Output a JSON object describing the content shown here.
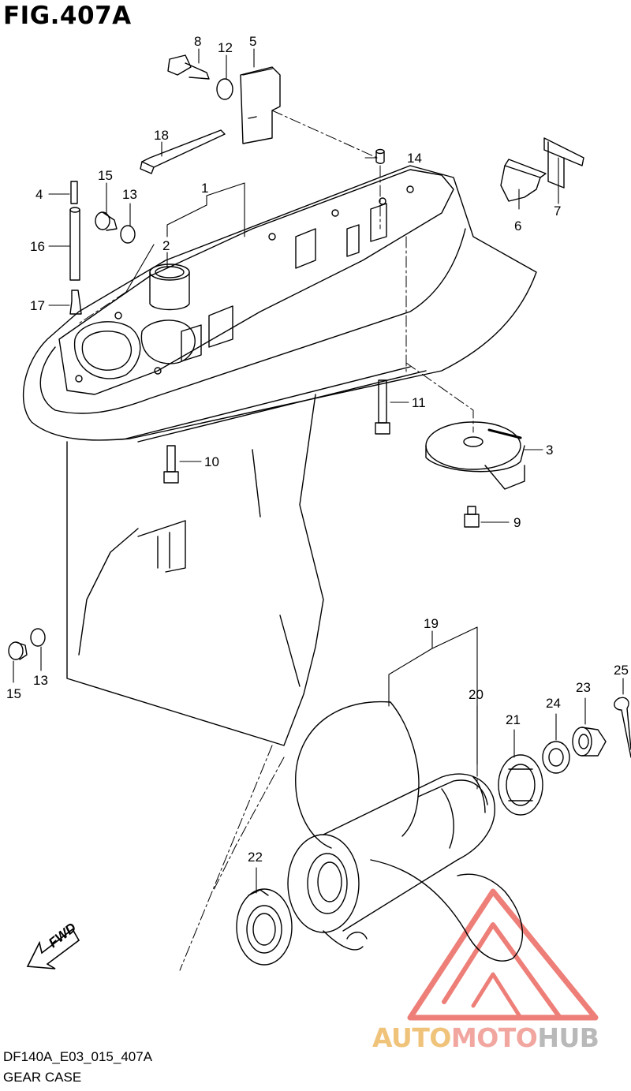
{
  "figure": {
    "title": "FIG.407A"
  },
  "footer": {
    "code": "DF140A_E03_015_407A",
    "name": "GEAR CASE"
  },
  "watermark": {
    "part1": "AUTO",
    "part2": "MOTO",
    "part3": "HUB",
    "color_auto": "#f0c37a",
    "color_moto": "#f2a6a0",
    "color_hub": "#b9b9b9",
    "triangle_color": "#e8554c"
  },
  "direction_label": "FWD",
  "callouts": [
    {
      "id": "c1",
      "text": "1"
    },
    {
      "id": "c2",
      "text": "2"
    },
    {
      "id": "c3",
      "text": "3"
    },
    {
      "id": "c4",
      "text": "4"
    },
    {
      "id": "c5",
      "text": "5"
    },
    {
      "id": "c6",
      "text": "6"
    },
    {
      "id": "c7",
      "text": "7"
    },
    {
      "id": "c8",
      "text": "8"
    },
    {
      "id": "c9",
      "text": "9"
    },
    {
      "id": "c10",
      "text": "10"
    },
    {
      "id": "c11",
      "text": "11"
    },
    {
      "id": "c12",
      "text": "12"
    },
    {
      "id": "c13a",
      "text": "13"
    },
    {
      "id": "c13b",
      "text": "13"
    },
    {
      "id": "c14",
      "text": "14"
    },
    {
      "id": "c15a",
      "text": "15"
    },
    {
      "id": "c15b",
      "text": "15"
    },
    {
      "id": "c16",
      "text": "16"
    },
    {
      "id": "c17",
      "text": "17"
    },
    {
      "id": "c18",
      "text": "18"
    },
    {
      "id": "c19",
      "text": "19"
    },
    {
      "id": "c20",
      "text": "20"
    },
    {
      "id": "c21",
      "text": "21"
    },
    {
      "id": "c22",
      "text": "22"
    },
    {
      "id": "c23",
      "text": "23"
    },
    {
      "id": "c24",
      "text": "24"
    },
    {
      "id": "c25",
      "text": "25"
    }
  ]
}
